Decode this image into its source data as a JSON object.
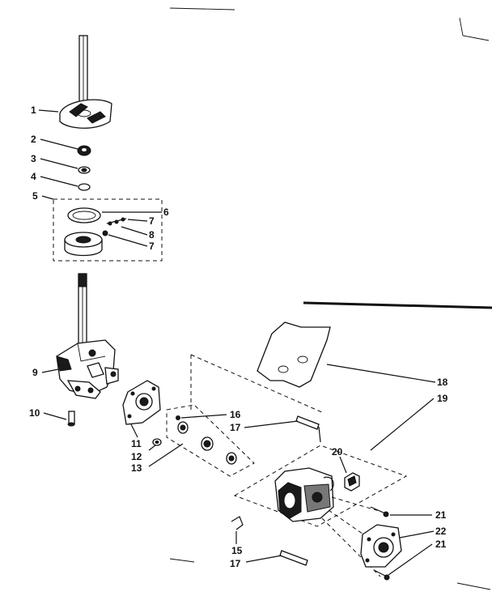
{
  "callouts": [
    {
      "id": "c1",
      "text": "1"
    },
    {
      "id": "c2",
      "text": "2"
    },
    {
      "id": "c3",
      "text": "3"
    },
    {
      "id": "c4",
      "text": "4"
    },
    {
      "id": "c5",
      "text": "5"
    },
    {
      "id": "c6",
      "text": "6"
    },
    {
      "id": "c7a",
      "text": "7"
    },
    {
      "id": "c8",
      "text": "8"
    },
    {
      "id": "c7b",
      "text": "7"
    },
    {
      "id": "c9",
      "text": "9"
    },
    {
      "id": "c10",
      "text": "10"
    },
    {
      "id": "c11",
      "text": "11"
    },
    {
      "id": "c12",
      "text": "12"
    },
    {
      "id": "c13",
      "text": "13"
    },
    {
      "id": "c16",
      "text": "16"
    },
    {
      "id": "c17a",
      "text": "17"
    },
    {
      "id": "c18",
      "text": "18"
    },
    {
      "id": "c19",
      "text": "19"
    },
    {
      "id": "c20",
      "text": "20"
    },
    {
      "id": "c21a",
      "text": "21"
    },
    {
      "id": "c22",
      "text": "22"
    },
    {
      "id": "c21b",
      "text": "21"
    },
    {
      "id": "c15",
      "text": "15"
    },
    {
      "id": "c17b",
      "text": "17"
    }
  ]
}
